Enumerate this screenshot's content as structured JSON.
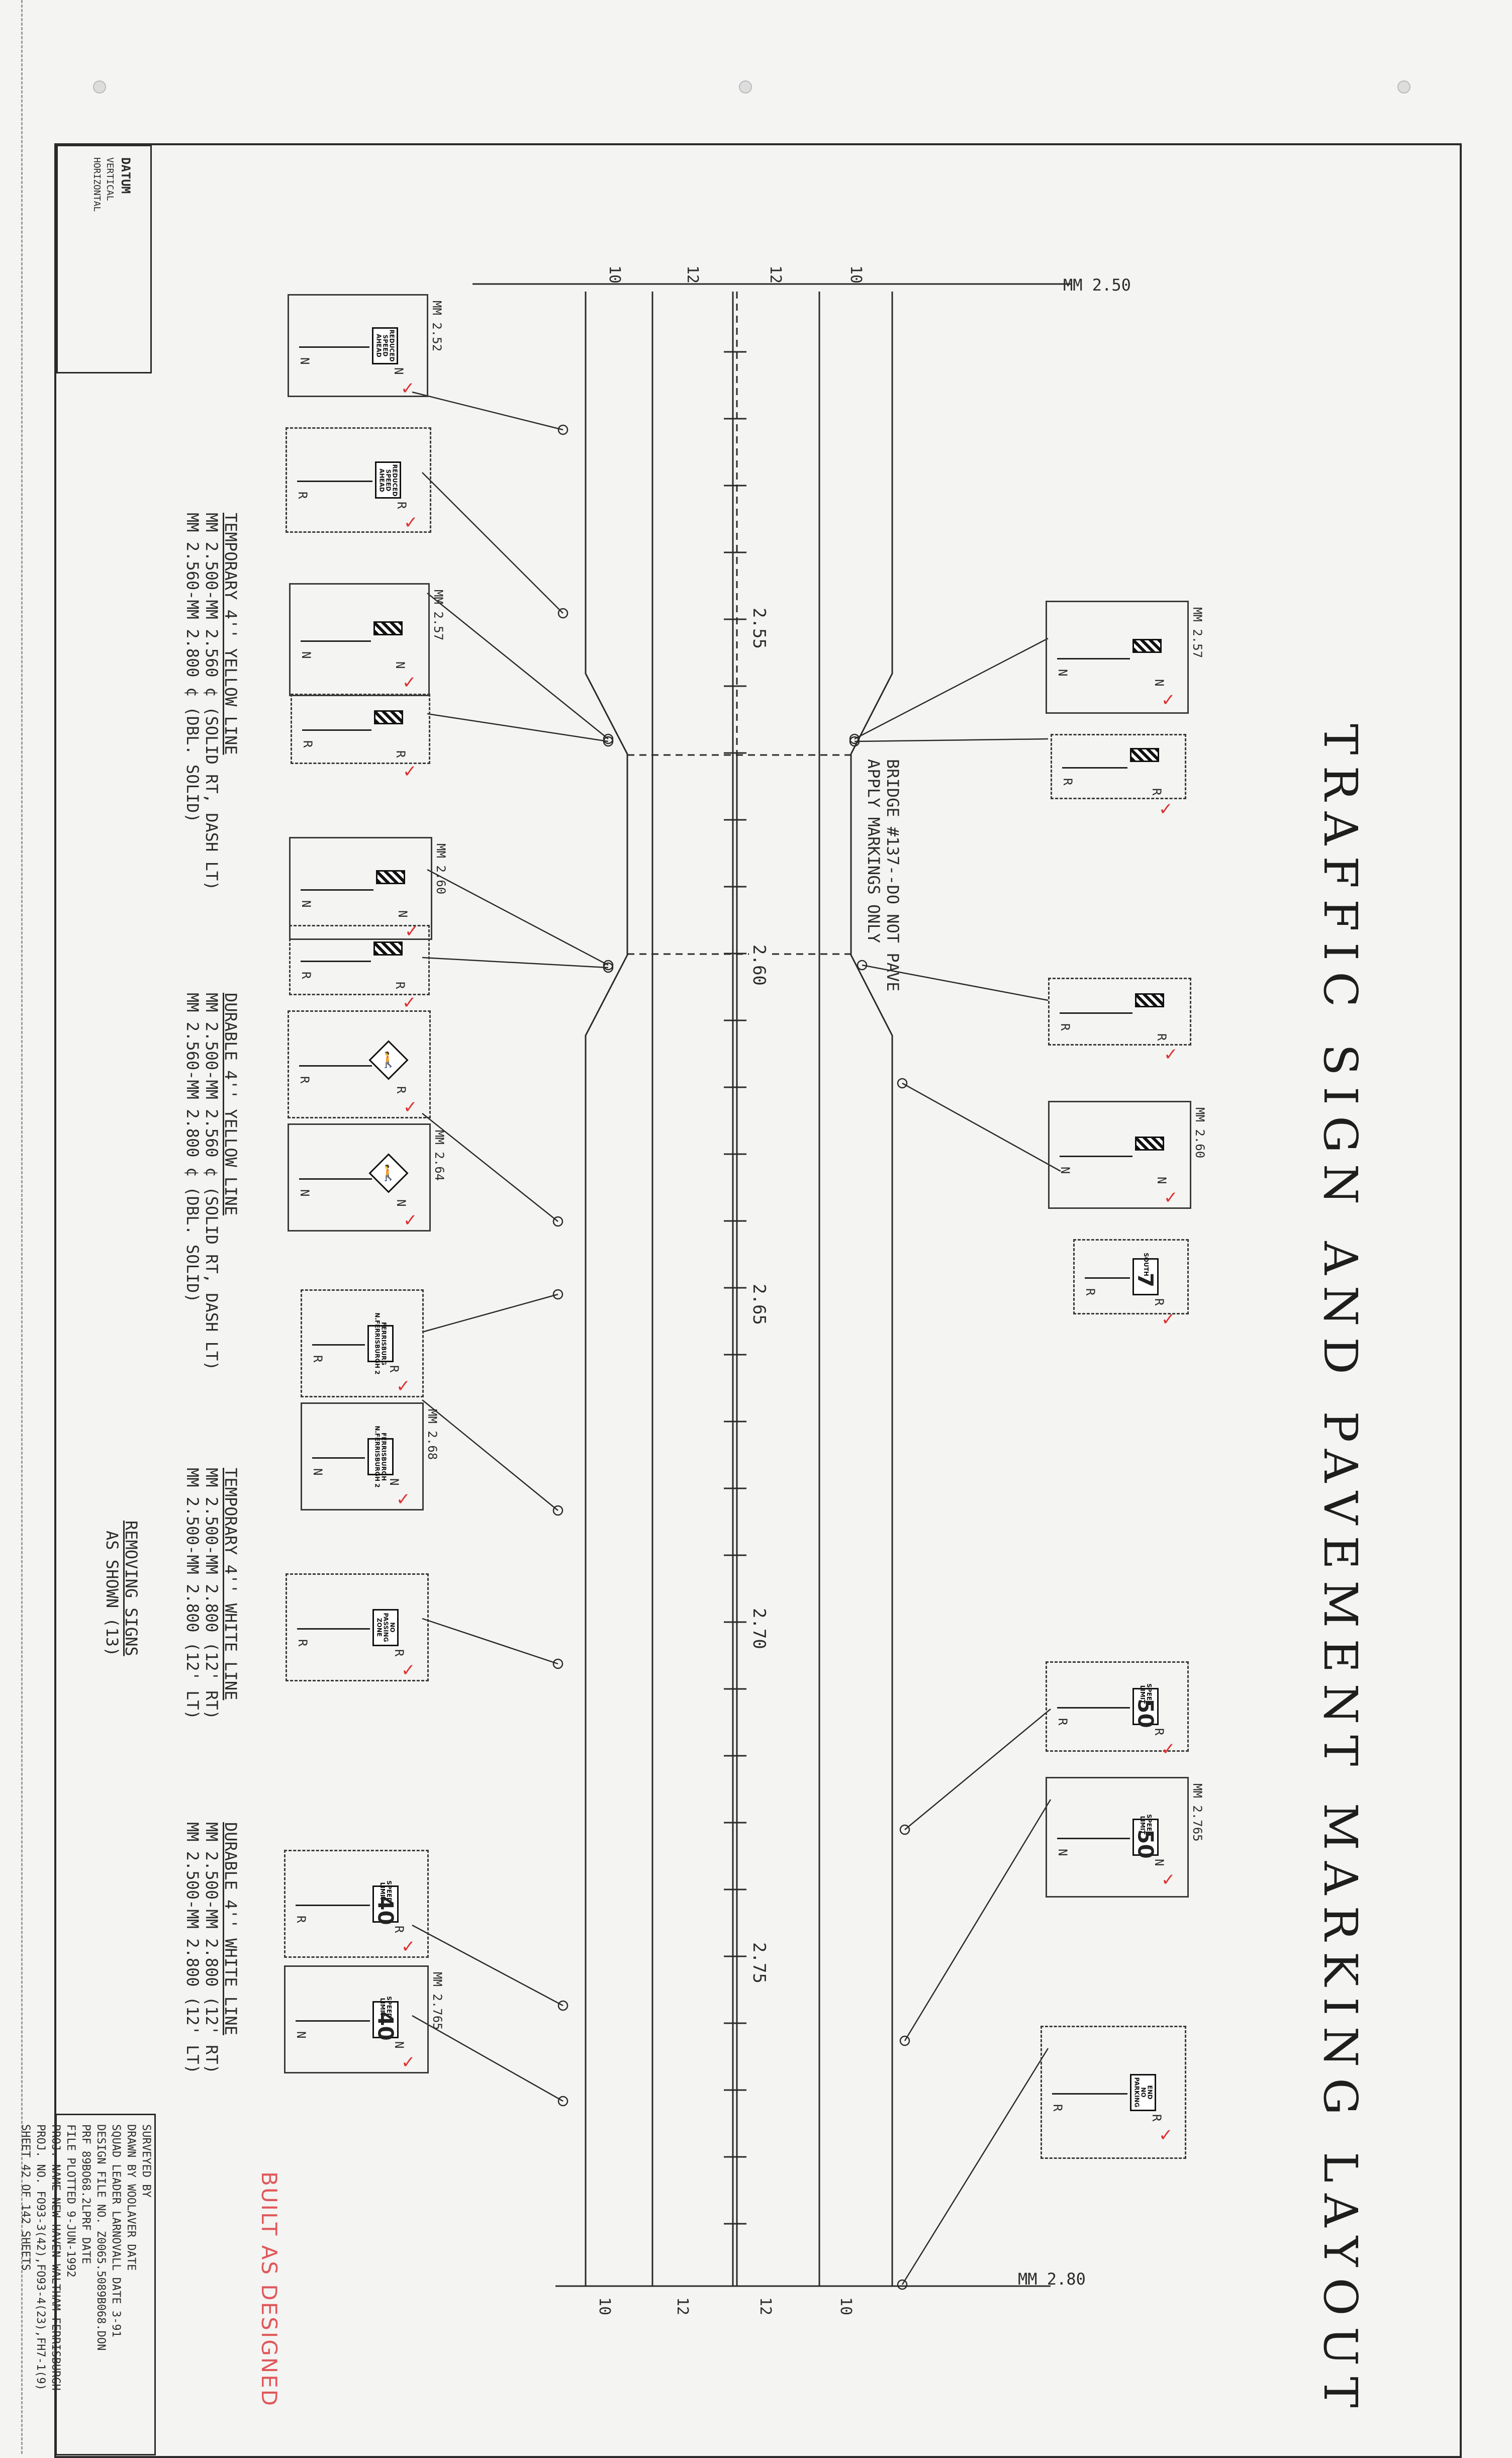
{
  "title": "TRAFFIC SIGN AND PAVEMENT MARKING LAYOUT",
  "mileposts": {
    "start": "MM 2.50",
    "end": "MM 2.80"
  },
  "lane_widths": [
    "10",
    "12",
    "12",
    "10"
  ],
  "stations": [
    "2.55",
    "2.60",
    "2.65",
    "2.70",
    "2.75"
  ],
  "bridge_note": "BRIDGE #137--DO NOT PAVE\nAPPLY MARKINGS ONLY",
  "markings": [
    {
      "title": "TEMPORARY 4'' YELLOW LINE",
      "lines": [
        "MM 2.500-MM 2.560 ¢ (SOLID RT, DASH LT)",
        "MM 2.560-MM 2.800 ¢ (DBL. SOLID)"
      ]
    },
    {
      "title": "DURABLE 4'' YELLOW LINE",
      "lines": [
        "MM 2.500-MM 2.560 ¢ (SOLID RT, DASH LT)",
        "MM 2.560-MM 2.800 ¢ (DBL. SOLID)"
      ]
    },
    {
      "title": "TEMPORARY 4'' WHITE LINE",
      "lines": [
        "MM 2.500-MM 2.800 (12' RT)",
        "MM 2.500-MM 2.800 (12' LT)"
      ]
    },
    {
      "title": "DURABLE 4'' WHITE LINE",
      "lines": [
        "MM 2.500-MM 2.800 (12' RT)",
        "MM 2.500-MM 2.800 (12' LT)"
      ]
    }
  ],
  "removing_signs": {
    "title": "REMOVING SIGNS",
    "subtitle": "AS SHOWN (13)"
  },
  "built_stamp": "BUILT AS DESIGNED",
  "datum": {
    "title": "DATUM",
    "vertical": "VERTICAL",
    "horizontal": "HORIZONTAL"
  },
  "title_block": {
    "lines": [
      "SURVEYED BY",
      "DRAWN BY    WOOLAVER   DATE",
      "SQUAD LEADER   LARNOVALL   DATE  3-91",
      "DESIGN FILE NO.  Z0065.5089B068.DON",
      "PRF    89BO68.2LPRF   DATE",
      "FILE                 PLOTTED 9-JUN-1992",
      "PROJ. NAME NEW HAVEN-WALTHAM-FERRISBURGH",
      "PROJ. NO. FO93-3(42),FO93-4(23),FH7-1(9)",
      "SHEET  42   OF  142   SHEETS"
    ]
  },
  "signs_left": [
    {
      "mm": "MM 2.52",
      "status": "N",
      "panel": "REDUCED\nSPEED\nAHEAD",
      "kind": "rect"
    },
    {
      "mm": "",
      "status": "R",
      "panel": "REDUCED\nSPEED\nAHEAD",
      "kind": "rect"
    },
    {
      "mm": "MM 2.57",
      "status": "N",
      "panel": "",
      "kind": "hazard"
    },
    {
      "mm": "",
      "status": "R",
      "panel": "",
      "kind": "hazard"
    },
    {
      "mm": "MM 2.60",
      "status": "N",
      "panel": "",
      "kind": "hazard"
    },
    {
      "mm": "",
      "status": "R",
      "panel": "",
      "kind": "hazard"
    },
    {
      "mm": "",
      "status": "R",
      "panel": "",
      "kind": "ped"
    },
    {
      "mm": "MM 2.64",
      "status": "N",
      "panel": "",
      "kind": "ped"
    },
    {
      "mm": "",
      "status": "R",
      "panel": "FERRISBURG\nN.FERRISBURGH 2",
      "kind": "guide"
    },
    {
      "mm": "MM 2.68",
      "status": "N",
      "panel": "FERRISBURGH\nN.FERRISBURGH 2",
      "kind": "guide"
    },
    {
      "mm": "",
      "status": "R",
      "panel": "NO\nPASSING\nZONE",
      "kind": "rect"
    },
    {
      "mm": "",
      "status": "R",
      "panel": "SPEED\nLIMIT",
      "num": "40",
      "kind": "speed"
    },
    {
      "mm": "MM 2.765",
      "status": "N",
      "panel": "SPEED\nLIMIT",
      "num": "40",
      "kind": "speed"
    }
  ],
  "signs_right": [
    {
      "mm": "MM 2.57",
      "status": "N",
      "panel": "",
      "kind": "hazard"
    },
    {
      "mm": "",
      "status": "R",
      "panel": "",
      "kind": "hazard"
    },
    {
      "mm": "",
      "status": "R",
      "panel": "",
      "kind": "hazard"
    },
    {
      "mm": "MM 2.60",
      "status": "N",
      "panel": "",
      "kind": "hazard"
    },
    {
      "mm": "",
      "status": "R",
      "panel": "SOUTH",
      "num": "7",
      "kind": "route"
    },
    {
      "mm": "",
      "status": "R",
      "panel": "SPEED\nLIMIT",
      "num": "50",
      "kind": "speed"
    },
    {
      "mm": "MM 2.765",
      "status": "N",
      "panel": "SPEED\nLIMIT",
      "num": "50",
      "kind": "speed"
    },
    {
      "mm": "",
      "status": "R",
      "panel": "END\nNO\nPARKING",
      "kind": "rect"
    }
  ]
}
